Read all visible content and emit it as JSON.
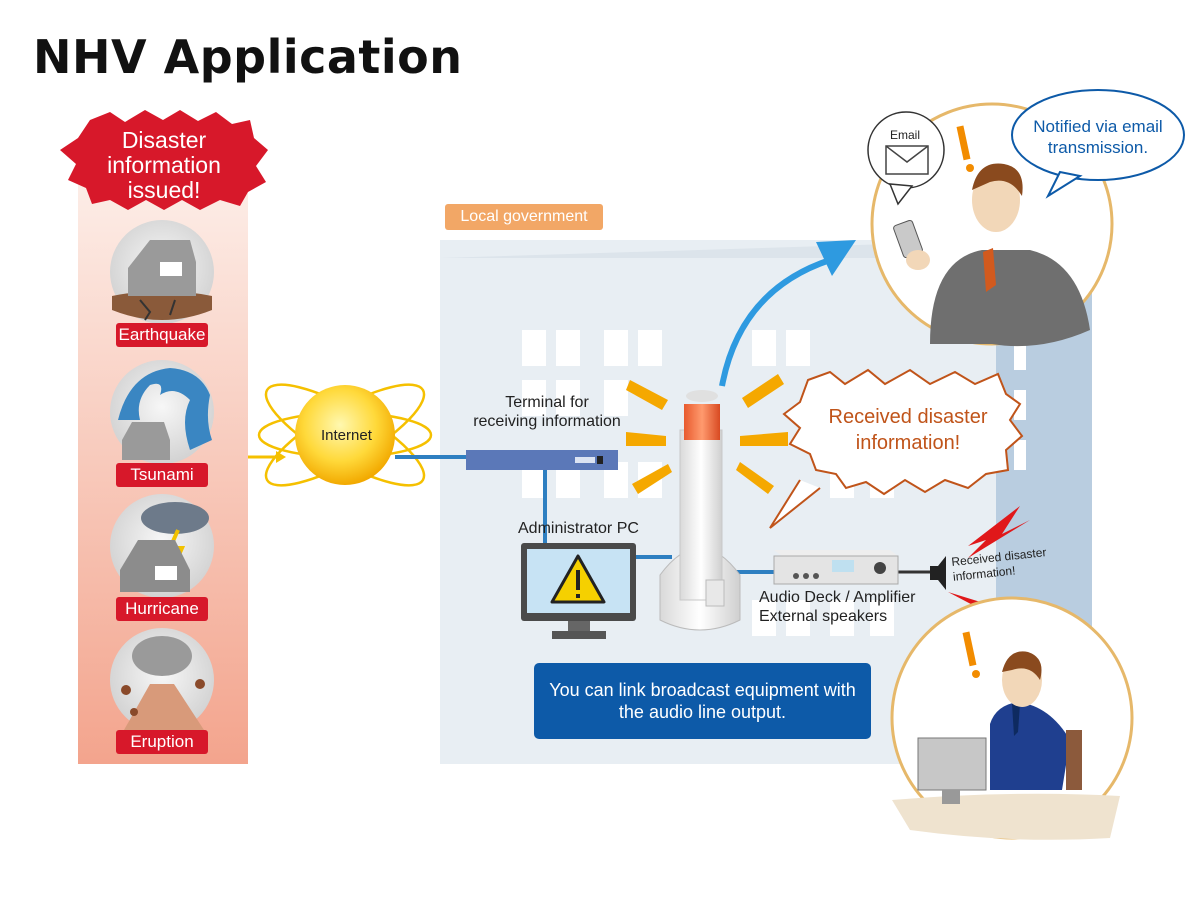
{
  "title": "NHV Application",
  "disaster": {
    "banner": [
      "Disaster",
      "information",
      "issued!"
    ],
    "types": [
      "Earthquake",
      "Tsunami",
      "Hurricane",
      "Eruption"
    ]
  },
  "network": {
    "internet": "Internet",
    "local_government": "Local government",
    "terminal": [
      "Terminal for",
      "receiving information"
    ],
    "admin_pc": "Administrator PC",
    "audio": [
      "Audio Deck / Amplifier",
      "External speakers"
    ]
  },
  "callouts": {
    "email": "Email",
    "notified": [
      "Notified via email",
      "transmission."
    ],
    "received_big": [
      "Received disaster",
      "information!"
    ],
    "received_small": [
      "Received disaster",
      "information!"
    ]
  },
  "info_box": [
    "You can link broadcast equipment with",
    "the audio line output."
  ],
  "colors": {
    "disaster_red": "#d7182a",
    "info_blue": "#0d5aa8",
    "gov_orange": "#f2a766",
    "cable_blue": "#2e7fc1",
    "alert_orange": "#f5a800"
  }
}
